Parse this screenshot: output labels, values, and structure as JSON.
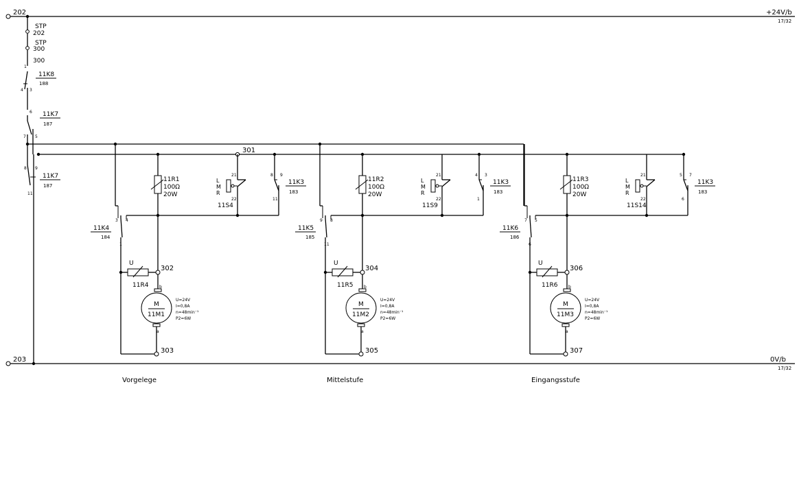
{
  "rails": {
    "top_node": "202",
    "top_label": "+24V/b",
    "top_ref": "17/32",
    "bottom_node": "203",
    "bottom_label": "0V/b",
    "bottom_ref": "17/32"
  },
  "left_chain": {
    "stp1_label": "STP",
    "stp1_num": "202",
    "stp2_label": "STP",
    "stp2_num": "300",
    "n300": "300",
    "p1": "1",
    "k8_name": "11K8",
    "k8_ref": "188",
    "k8_a": "4",
    "k8_b": "3",
    "p6": "6",
    "k7_name": "11K7",
    "k7_ref": "187",
    "k7_a": "7",
    "k7_b": "5",
    "k7b_a": "8",
    "k7b_b": "9",
    "k7b_name": "11K7",
    "k7b_ref": "187",
    "p11": "11"
  },
  "bus_node": "301",
  "stages": [
    {
      "stage_name": "Vorgelege",
      "k_name": "11K4",
      "k_ref": "184",
      "k_p1": "3",
      "k_p2": "4",
      "k_p3": "1",
      "r_name": "11R1",
      "r_val": "100Ω",
      "r_pow": "20W",
      "s_name": "11S4",
      "s_p1": "21",
      "s_p2": "22",
      "s_letters": [
        "L",
        "M",
        "R"
      ],
      "k3_name": "11K3",
      "k3_ref": "183",
      "k3_p1": "8",
      "k3_p2": "9",
      "k3_p3": "11",
      "rv_name": "11R4",
      "rv_u": "U",
      "node_a": "302",
      "node_b": "303",
      "m_name": "11M1",
      "m_letter": "M",
      "m_specs": [
        "U=24V",
        "I=0,8A",
        "n=48min⁻¹",
        "P2=6W"
      ],
      "m_b": "b",
      "m_a": "a"
    },
    {
      "stage_name": "Mittelstufe",
      "k_name": "11K5",
      "k_ref": "185",
      "k_p1": "9",
      "k_p2": "8",
      "k_p3": "11",
      "r_name": "11R2",
      "r_val": "100Ω",
      "r_pow": "20W",
      "s_name": "11S9",
      "s_p1": "21",
      "s_p2": "22",
      "s_letters": [
        "L",
        "M",
        "R"
      ],
      "k3_name": "11K3",
      "k3_ref": "183",
      "k3_p1": "4",
      "k3_p2": "3",
      "k3_p3": "1",
      "rv_name": "11R5",
      "rv_u": "U",
      "node_a": "304",
      "node_b": "305",
      "m_name": "11M2",
      "m_letter": "M",
      "m_specs": [
        "U=24V",
        "I=0,8A",
        "n=48min⁻¹",
        "P2=6W"
      ],
      "m_b": "b",
      "m_a": "a"
    },
    {
      "stage_name": "Eingangsstufe",
      "k_name": "11K6",
      "k_ref": "186",
      "k_p1": "7",
      "k_p2": "5",
      "k_p3": "6",
      "r_name": "11R3",
      "r_val": "100Ω",
      "r_pow": "20W",
      "s_name": "11S14",
      "s_p1": "21",
      "s_p2": "22",
      "s_letters": [
        "L",
        "M",
        "R"
      ],
      "k3_name": "11K3",
      "k3_ref": "183",
      "k3_p1": "5",
      "k3_p2": "7",
      "k3_p3": "6",
      "rv_name": "11R6",
      "rv_u": "U",
      "node_a": "306",
      "node_b": "307",
      "m_name": "11M3",
      "m_letter": "M",
      "m_specs": [
        "U=24V",
        "I=0,8A",
        "n=48min⁻¹",
        "P2=6W"
      ],
      "m_b": "b",
      "m_a": "a"
    }
  ]
}
